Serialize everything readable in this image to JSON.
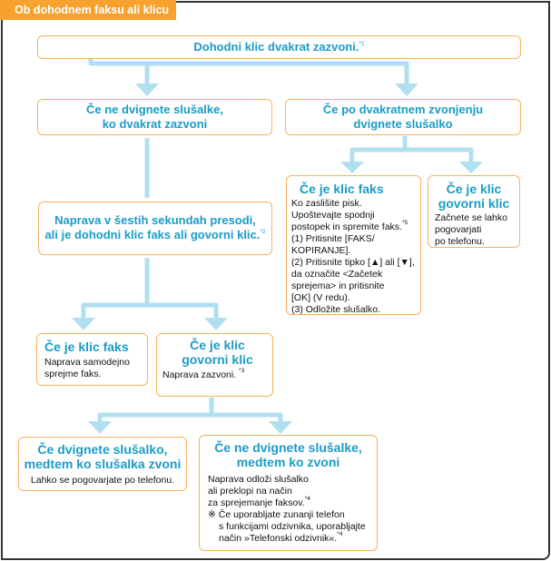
{
  "header": {
    "tab_title": "Ob dohodnem faksu ali klicu"
  },
  "colors": {
    "accent_orange": "#F7A12F",
    "box_border": "#F7B25C",
    "title_blue": "#1A9CC8",
    "connector_blue": "#B0E0EF",
    "frame": "#333333"
  },
  "flow": {
    "start": {
      "title": "Dohodni klic dvakrat zazvoni.",
      "note": "*1"
    },
    "no_pickup": {
      "title_line1": "Če ne dvignete slušalke,",
      "title_line2": "ko dvakrat zazvoni"
    },
    "pickup_after_two": {
      "title_line1": "Če po dvakratnem zvonjenju",
      "title_line2": "dvignete slušalko"
    },
    "detect": {
      "title_line1": "Naprava v šestih sekundah presodi,",
      "title_line2": "ali je dohodni klic faks ali govorni klic.",
      "note": "*2"
    },
    "auto_fax": {
      "title": "Če je klic faks",
      "body_line1": "Naprava samodejno",
      "body_line2": "sprejme faks."
    },
    "auto_voice": {
      "title_line1": "Če je klic",
      "title_line2": "govorni klic",
      "body": "Naprava zazvoni.",
      "note": "*3"
    },
    "answer_ringing": {
      "title_line1": "Če dvignete slušalko,",
      "title_line2": "medtem ko slušalka zvoni",
      "body": "Lahko se pogovarjate po telefonu."
    },
    "no_answer_ringing": {
      "title_line1": "Če ne dvignete slušalke,",
      "title_line2": "medtem ko zvoni",
      "body_line1": "Naprava odloži slušalko",
      "body_line2": "ali preklopi na način",
      "body_line3": "za sprejemanje faksov.",
      "body_note": "*4",
      "remark_symbol": "※",
      "remark_line1": "Če uporabljate zunanji telefon",
      "remark_line2": "s funkcijami odzivnika, uporabljajte",
      "remark_line3": "način »Telefonski odzivnik«.",
      "remark_note": "*4"
    },
    "manual_fax": {
      "title": "Če je klic faks",
      "lines": [
        "Ko zaslišite pisk.",
        "Upoštevajte spodnji",
        "postopek in spremite faks.",
        "(1) Pritisnite [FAKS/",
        "KOPIRANJE].",
        "(2) Pritisnite tipko [▲] ali [▼],",
        "da označite <Začetek",
        "sprejema> in pritisnite",
        "[OK] (V redu).",
        "(3) Odložite slušalko."
      ],
      "note": "*5"
    },
    "manual_voice": {
      "title_line1": "Če je klic",
      "title_line2": "govorni klic",
      "body_line1": "Začnete se lahko",
      "body_line2": "pogovarjati",
      "body_line3": "po telefonu."
    }
  }
}
